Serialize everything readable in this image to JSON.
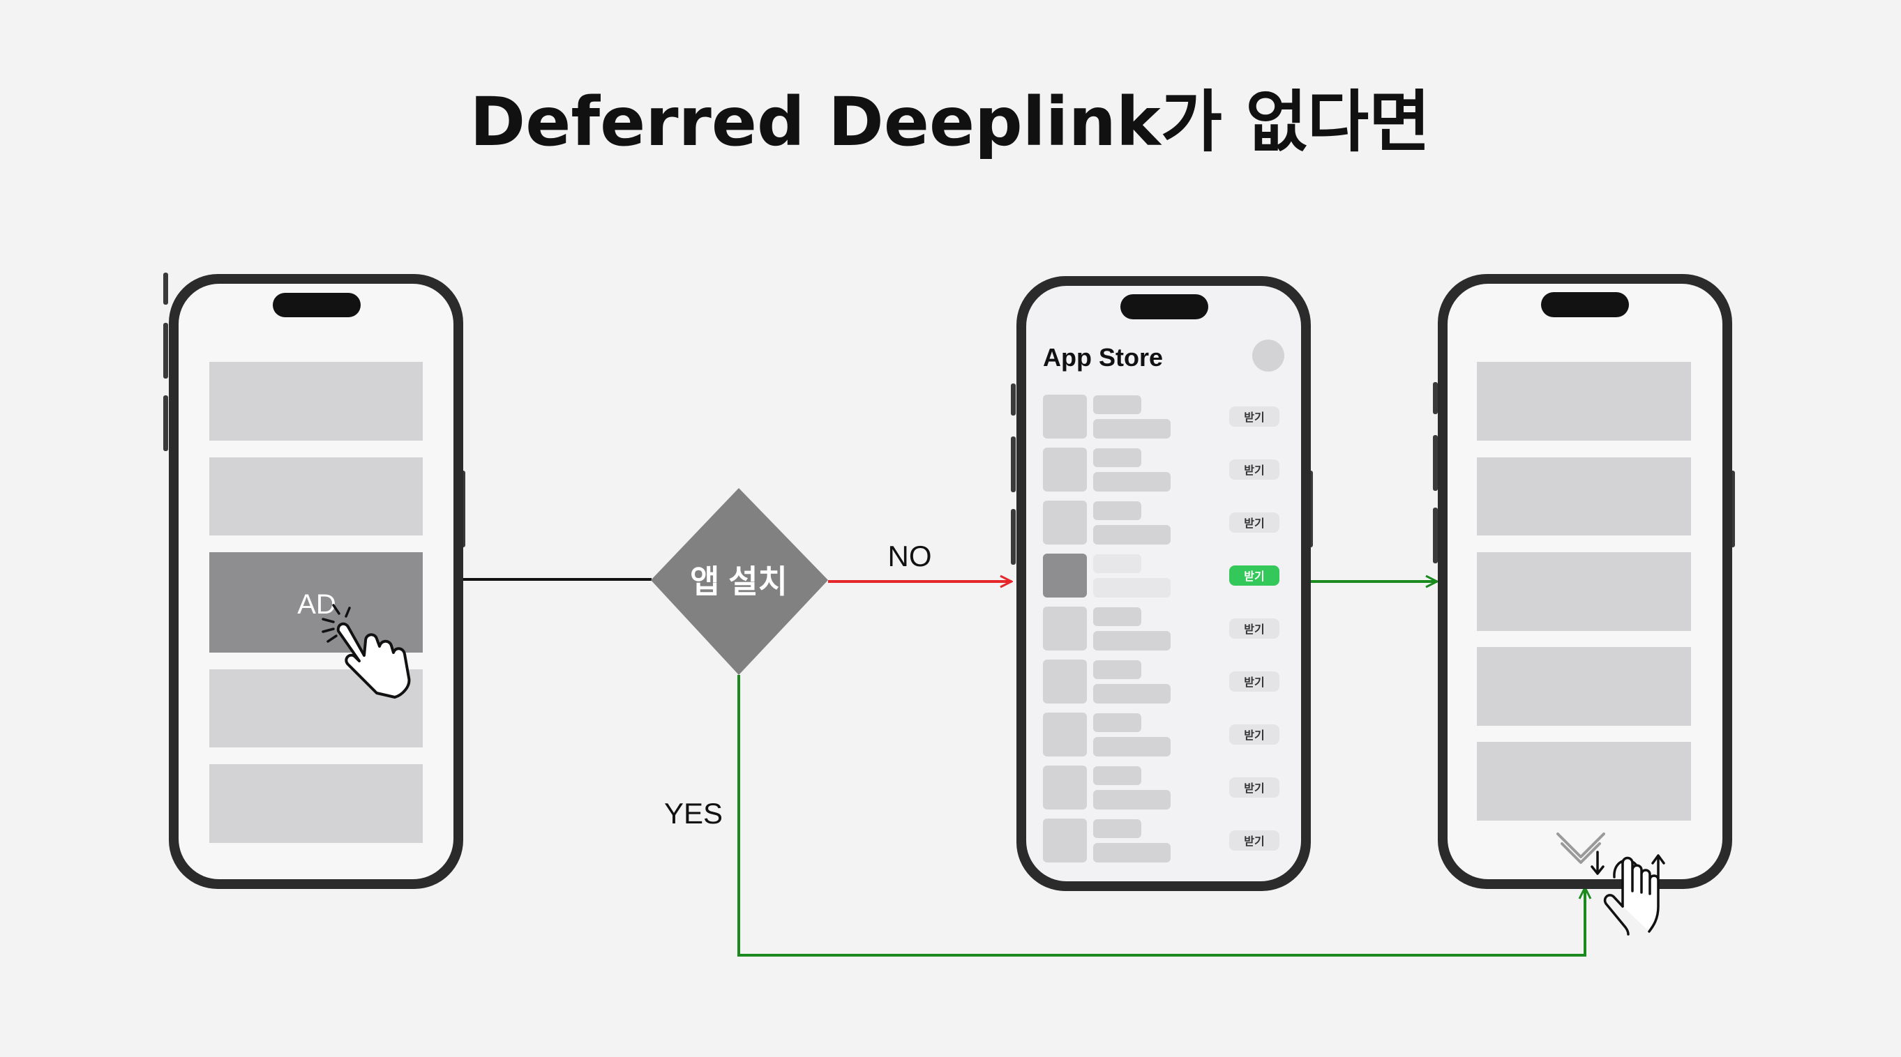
{
  "title": "Deferred Deeplink가 없다면",
  "ad_label": "AD",
  "decision": {
    "label": "앱 설치",
    "no_label": "NO",
    "yes_label": "YES"
  },
  "app_store": {
    "title": "App Store",
    "get_label": "받기",
    "highlighted_row": 3,
    "row_count": 9
  },
  "colors": {
    "background": "#f3f3f3",
    "phone_frame": "#2b2b2b",
    "screen": "#f7f7f7",
    "placeholder": "#d3d3d6",
    "ad_block": "#8e8e90",
    "decision": "#818181",
    "no_arrow": "#e5262b",
    "yes_arrow": "#1a8a1f",
    "get_highlight": "#34c759"
  },
  "icons": [
    "hand-tap-icon",
    "scroll-swipe-icon"
  ]
}
